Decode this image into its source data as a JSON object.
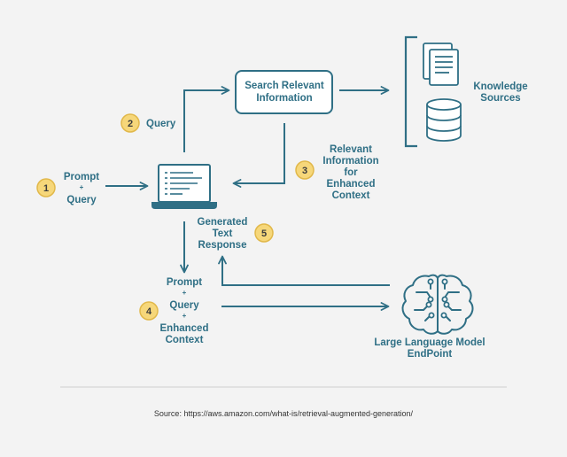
{
  "colors": {
    "background": "#f3f3f3",
    "primary": "#2f6f85",
    "badge_fill": "#f6d77a",
    "badge_stroke": "#e1b84a",
    "divider": "#cfcfcf",
    "text_dark": "#333333"
  },
  "search": {
    "line1": "Search Relevant",
    "line2": "Information"
  },
  "knowledge": {
    "line1": "Knowledge",
    "line2": "Sources",
    "icons": [
      "documents-icon",
      "database-icon"
    ]
  },
  "steps": [
    {
      "num": "1",
      "lines": [
        "Prompt",
        "+",
        "Query"
      ]
    },
    {
      "num": "2",
      "lines": [
        "Query"
      ]
    },
    {
      "num": "3",
      "lines": [
        "Relevant",
        "Information",
        "for",
        "Enhanced",
        "Context"
      ]
    },
    {
      "num": "4",
      "lines": [
        "Prompt",
        "+",
        "Query",
        "+",
        "Enhanced",
        "Context"
      ]
    },
    {
      "num": "5",
      "lines": [
        "Generated",
        "Text",
        "Response"
      ]
    }
  ],
  "llm": {
    "line1": "Large Language Model",
    "line2": "EndPoint",
    "icon": "brain-circuit-icon"
  },
  "laptop": {
    "icon": "laptop-icon"
  },
  "source": "Source: https://aws.amazon.com/what-is/retrieval-augmented-generation/"
}
